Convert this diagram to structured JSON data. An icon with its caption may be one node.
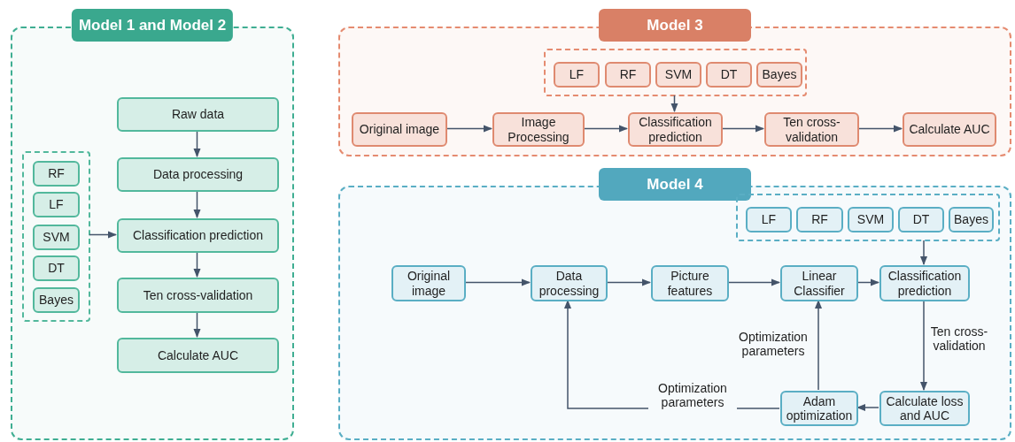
{
  "diagram": {
    "nodes": [
      {
        "text": [
          "Model 1 and Model 2"
        ]
      },
      {
        "text": [],
        "shape": "box",
        "in": 0
      },
      {
        "text": [
          "RF"
        ],
        "in": 1
      },
      {
        "text": [
          "LF"
        ],
        "in": 1
      },
      {
        "text": [
          "SVM"
        ],
        "in": 1
      },
      {
        "text": [
          "DT"
        ],
        "in": 1
      },
      {
        "text": [
          "Bayes"
        ],
        "in": 1
      },
      {
        "text": [
          "Raw data"
        ],
        "in": 0
      },
      {
        "text": [
          "Data processing"
        ],
        "in": 0
      },
      {
        "text": [
          "Classification prediction"
        ],
        "in": 0
      },
      {
        "text": [
          "Ten cross-validation"
        ],
        "in": 0
      },
      {
        "text": [
          "Calculate AUC"
        ],
        "in": 0
      },
      {
        "text": [
          "Model 3"
        ]
      },
      {
        "text": [],
        "shape": "box",
        "in": 12
      },
      {
        "text": [
          "LF"
        ],
        "in": 13
      },
      {
        "text": [
          "RF"
        ],
        "in": 13
      },
      {
        "text": [
          "SVM"
        ],
        "in": 13
      },
      {
        "text": [
          "DT"
        ],
        "in": 13
      },
      {
        "text": [
          "Bayes"
        ],
        "in": 13
      },
      {
        "text": [
          "Original image"
        ],
        "in": 12
      },
      {
        "text": [
          "Image Processing"
        ],
        "in": 12
      },
      {
        "text": [
          "Classification prediction"
        ],
        "in": 12
      },
      {
        "text": [
          "Ten cross-validation"
        ],
        "in": 12
      },
      {
        "text": [
          "Calculate AUC"
        ],
        "in": 12
      },
      {
        "text": [
          "Model 4"
        ]
      },
      {
        "text": [],
        "shape": "box",
        "in": 24
      },
      {
        "text": [
          "LF"
        ],
        "in": 25
      },
      {
        "text": [
          "RF"
        ],
        "in": 25
      },
      {
        "text": [
          "SVM"
        ],
        "in": 25
      },
      {
        "text": [
          "DT"
        ],
        "in": 25
      },
      {
        "text": [
          "Bayes"
        ],
        "in": 25
      },
      {
        "text": [
          "Original image"
        ],
        "in": 24
      },
      {
        "text": [
          "Data processing"
        ],
        "in": 24
      },
      {
        "text": [
          "Picture features"
        ],
        "in": 24
      },
      {
        "text": [
          "Linear Classifier"
        ],
        "in": 24
      },
      {
        "text": [
          "Classification prediction"
        ],
        "in": 24
      },
      {
        "text": [
          "Adam optimization"
        ],
        "in": 24
      },
      {
        "text": [
          "Calculate loss and AUC"
        ],
        "in": 24
      }
    ],
    "edges": [
      {
        "from": 7,
        "to": 8,
        "arrow": "to"
      },
      {
        "from": 8,
        "to": 9,
        "arrow": "to"
      },
      {
        "from": 1,
        "to": 9,
        "arrow": "to"
      },
      {
        "from": 9,
        "to": 10,
        "arrow": "to"
      },
      {
        "from": 10,
        "to": 11,
        "arrow": "to"
      },
      {
        "from": 19,
        "to": 20,
        "arrow": "to"
      },
      {
        "from": 20,
        "to": 21,
        "arrow": "to"
      },
      {
        "from": 13,
        "to": 21,
        "arrow": "to"
      },
      {
        "from": 21,
        "to": 22,
        "arrow": "to"
      },
      {
        "from": 22,
        "to": 23,
        "arrow": "to"
      },
      {
        "from": 31,
        "to": 32,
        "arrow": "to"
      },
      {
        "from": 32,
        "to": 33,
        "arrow": "to"
      },
      {
        "from": 33,
        "to": 34,
        "arrow": "to"
      },
      {
        "from": 34,
        "to": 35,
        "arrow": "to"
      },
      {
        "from": 25,
        "to": 35,
        "arrow": "to"
      },
      {
        "from": 35,
        "to": 37,
        "arrow": "to",
        "label": "Ten cross-validation"
      },
      {
        "from": 37,
        "to": 36,
        "arrow": "to"
      },
      {
        "from": 36,
        "to": 34,
        "arrow": "to",
        "label": "Optimization parameters"
      },
      {
        "from": 36,
        "to": 32,
        "arrow": "to",
        "label": "Optimization parameters"
      }
    ]
  }
}
